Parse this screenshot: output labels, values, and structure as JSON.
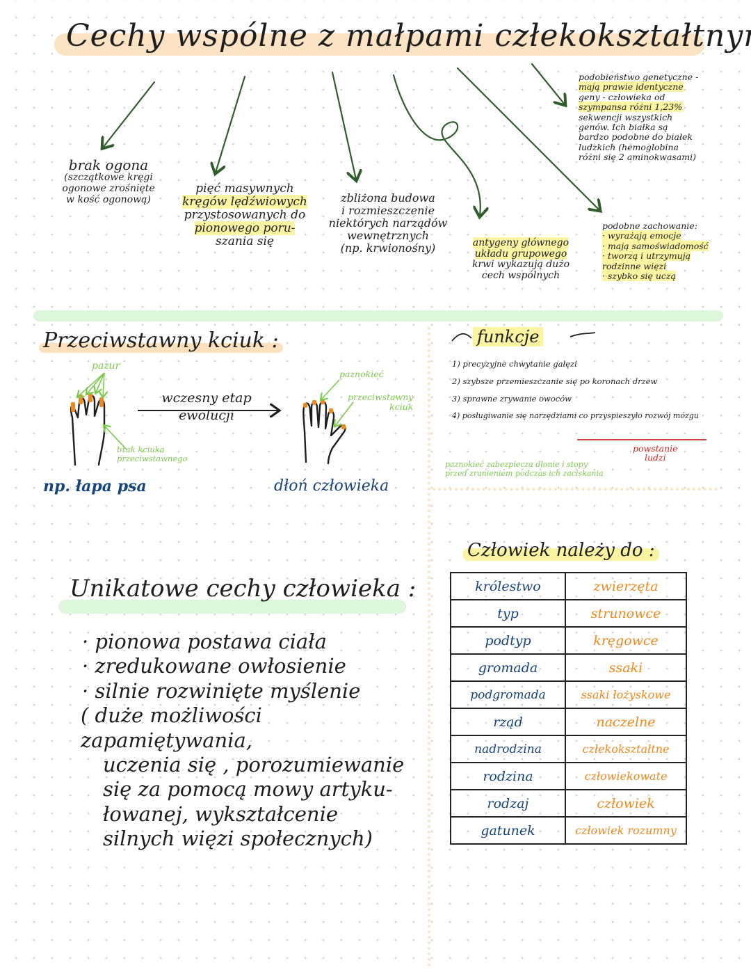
{
  "title": "Cechy wspólne z małpami człekokształtnymi",
  "common_traits": {
    "tail": [
      "brak ogona",
      "(szczątkowe kręgi",
      "ogonowe zrośnięte",
      "w kość ogonową)"
    ],
    "vertebrae": [
      "pięć masywnych",
      "kręgów lędźwiowych",
      "przystosowanych do",
      "pionowego poru-",
      "szania się"
    ],
    "organs": [
      "zbliżona budowa",
      "i rozmieszczenie",
      "niektórych narządów",
      "wewnętrznych",
      "(np. krwionośny)"
    ],
    "antigens": [
      "antygeny głównego",
      "układu grupowego",
      "krwi wykazują dużo",
      "cech wspólnych"
    ],
    "genetic": [
      "podobieństwo genetyczne -",
      "mają prawie identyczne",
      "geny - człowieka od",
      "szympansa różni 1,23%",
      "sekwencji wszystkich",
      "genów. Ich białka są",
      "bardzo podobne do białek",
      "ludzkich (hemoglobina",
      "różni się 2 aminokwasami)"
    ],
    "behaviour": [
      "podobne zachowanie:",
      "· wyrażają emocje",
      "· mają samoświadomość",
      "· tworzą i utrzymują",
      "  rodzinne więzi",
      "· szybko się uczą"
    ]
  },
  "thumb": {
    "title": "Przeciwstawny kciuk :",
    "dog_label": "np. łapa psa",
    "human_label": "dłoń człowieka",
    "claw": "pazur",
    "no_thumb": [
      "brak kciuka",
      "przeciwstawnego"
    ],
    "arrow_text": [
      "wczesny etap",
      "ewolucji"
    ],
    "nail": "paznokieć",
    "opp_thumb": [
      "przeciwstawny",
      "kciuk"
    ]
  },
  "functions": {
    "title": "funkcje",
    "items": [
      "1) precyzyjne chwytanie gałęzi",
      "2) szybsze przemieszczanie się po koronach drzew",
      "3) sprawne zrywanie owoców",
      "4) posługiwanie się narzędziami co przyspieszyło rozwój mózgu"
    ],
    "powstanie": [
      "powstanie",
      "ludzi"
    ],
    "nail_note": [
      "paznokieć zabezpiecza dłonie i stopy",
      "przed zranieniem podczas ich zaciskania"
    ]
  },
  "unique": {
    "title": "Unikatowe cechy człowieka :",
    "lines": [
      "· pionowa postawa ciała",
      "· zredukowane owłosienie",
      "· silnie rozwinięte myślenie",
      "( duże możliwości zapamiętywania,",
      "uczenia się , porozumiewanie",
      "się za pomocą mowy artyku-",
      "łowanej, wykształcenie",
      "silnych więzi społecznych)"
    ]
  },
  "taxonomy": {
    "title": "Człowiek należy do :",
    "rows": [
      {
        "k": "królestwo",
        "v": "zwierzęta"
      },
      {
        "k": "typ",
        "v": "strunowce"
      },
      {
        "k": "podtyp",
        "v": "kręgowce"
      },
      {
        "k": "gromada",
        "v": "ssaki"
      },
      {
        "k": "podgromada",
        "v": "ssaki łożyskowe"
      },
      {
        "k": "rząd",
        "v": "naczelne"
      },
      {
        "k": "nadrodzina",
        "v": "człekokształtne"
      },
      {
        "k": "rodzina",
        "v": "człowiekowate"
      },
      {
        "k": "rodzaj",
        "v": "człowiek"
      },
      {
        "k": "gatunek",
        "v": "człowiek rozumny"
      }
    ]
  },
  "colors": {
    "green_arrow": "#2f5e2a",
    "blue_text": "#17457a",
    "orange_text": "#ec8a1f",
    "light_green": "#7cc94f",
    "red_line": "#c62a2a"
  }
}
